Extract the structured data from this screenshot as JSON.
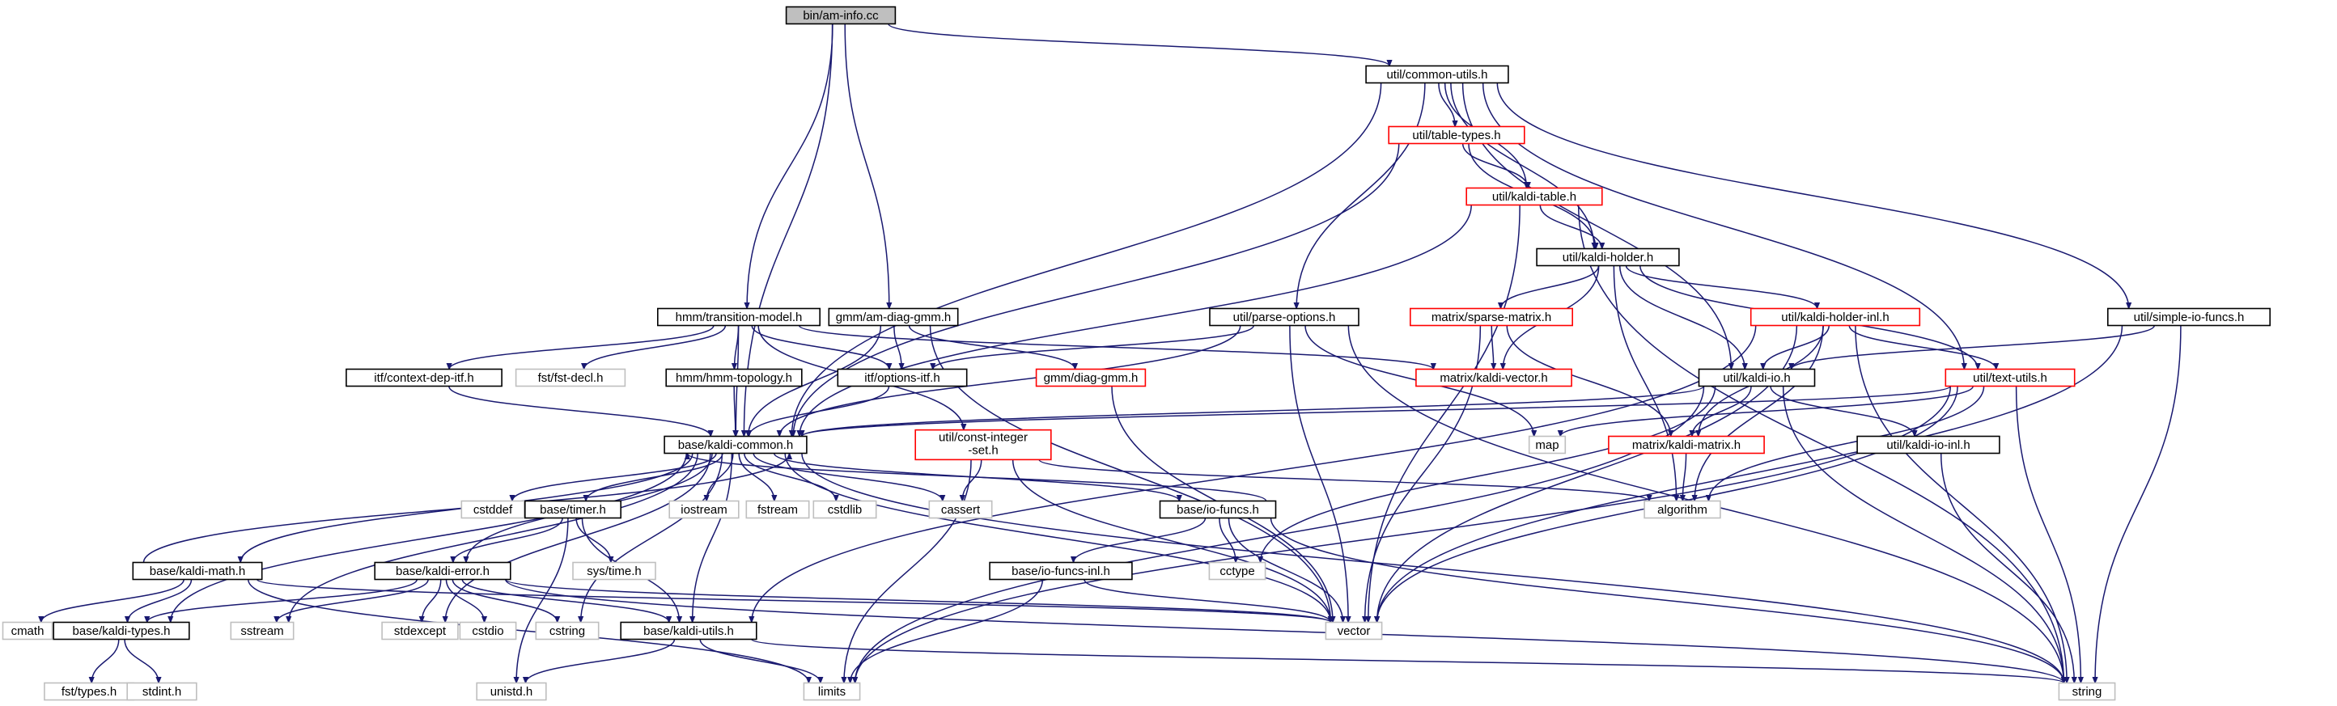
{
  "colors": {
    "edge": "#191970",
    "normal_border": "#000000",
    "truncated_border": "#ff0000",
    "external_border": "#bfbfbf",
    "root_fill": "#bfbfbf",
    "fill": "#ffffff"
  },
  "legend_note": "",
  "nodes": [
    {
      "id": "am_info",
      "label": "bin/am-info.cc",
      "kind": "root"
    },
    {
      "id": "common_utils",
      "label": "util/common-utils.h",
      "kind": "normal"
    },
    {
      "id": "table_types",
      "label": "util/table-types.h",
      "kind": "truncated"
    },
    {
      "id": "kaldi_table",
      "label": "util/kaldi-table.h",
      "kind": "truncated"
    },
    {
      "id": "kaldi_holder",
      "label": "util/kaldi-holder.h",
      "kind": "normal"
    },
    {
      "id": "transition_model",
      "label": "hmm/transition-model.h",
      "kind": "normal"
    },
    {
      "id": "am_diag_gmm",
      "label": "gmm/am-diag-gmm.h",
      "kind": "normal"
    },
    {
      "id": "parse_options",
      "label": "util/parse-options.h",
      "kind": "normal"
    },
    {
      "id": "sparse_matrix",
      "label": "matrix/sparse-matrix.h",
      "kind": "truncated"
    },
    {
      "id": "kaldi_holder_inl",
      "label": "util/kaldi-holder-inl.h",
      "kind": "truncated"
    },
    {
      "id": "simple_io_funcs",
      "label": "util/simple-io-funcs.h",
      "kind": "normal"
    },
    {
      "id": "context_dep_itf",
      "label": "itf/context-dep-itf.h",
      "kind": "normal"
    },
    {
      "id": "fst_decl",
      "label": "fst/fst-decl.h",
      "kind": "external"
    },
    {
      "id": "hmm_topology",
      "label": "hmm/hmm-topology.h",
      "kind": "normal"
    },
    {
      "id": "options_itf",
      "label": "itf/options-itf.h",
      "kind": "normal"
    },
    {
      "id": "diag_gmm",
      "label": "gmm/diag-gmm.h",
      "kind": "truncated"
    },
    {
      "id": "kaldi_vector",
      "label": "matrix/kaldi-vector.h",
      "kind": "truncated"
    },
    {
      "id": "kaldi_io",
      "label": "util/kaldi-io.h",
      "kind": "normal"
    },
    {
      "id": "text_utils",
      "label": "util/text-utils.h",
      "kind": "truncated"
    },
    {
      "id": "kaldi_common",
      "label": "base/kaldi-common.h",
      "kind": "normal"
    },
    {
      "id": "const_integer_set",
      "label": "util/const-integer\n-set.h",
      "kind": "truncated"
    },
    {
      "id": "map",
      "label": "map",
      "kind": "external"
    },
    {
      "id": "kaldi_matrix",
      "label": "matrix/kaldi-matrix.h",
      "kind": "truncated"
    },
    {
      "id": "kaldi_io_inl",
      "label": "util/kaldi-io-inl.h",
      "kind": "normal"
    },
    {
      "id": "cstddef",
      "label": "cstddef",
      "kind": "external"
    },
    {
      "id": "timer",
      "label": "base/timer.h",
      "kind": "normal"
    },
    {
      "id": "iostream",
      "label": "iostream",
      "kind": "external"
    },
    {
      "id": "fstream",
      "label": "fstream",
      "kind": "external"
    },
    {
      "id": "cstdlib",
      "label": "cstdlib",
      "kind": "external"
    },
    {
      "id": "cassert",
      "label": "cassert",
      "kind": "external"
    },
    {
      "id": "io_funcs",
      "label": "base/io-funcs.h",
      "kind": "normal"
    },
    {
      "id": "algorithm",
      "label": "algorithm",
      "kind": "external"
    },
    {
      "id": "kaldi_math",
      "label": "base/kaldi-math.h",
      "kind": "normal"
    },
    {
      "id": "kaldi_error",
      "label": "base/kaldi-error.h",
      "kind": "normal"
    },
    {
      "id": "sys_time",
      "label": "sys/time.h",
      "kind": "external"
    },
    {
      "id": "cctype",
      "label": "cctype",
      "kind": "external"
    },
    {
      "id": "io_funcs_inl",
      "label": "base/io-funcs-inl.h",
      "kind": "normal"
    },
    {
      "id": "cmath",
      "label": "cmath",
      "kind": "external"
    },
    {
      "id": "kaldi_types",
      "label": "base/kaldi-types.h",
      "kind": "normal"
    },
    {
      "id": "sstream",
      "label": "sstream",
      "kind": "external"
    },
    {
      "id": "stdexcept",
      "label": "stdexcept",
      "kind": "external"
    },
    {
      "id": "cstdio",
      "label": "cstdio",
      "kind": "external"
    },
    {
      "id": "cstring",
      "label": "cstring",
      "kind": "external"
    },
    {
      "id": "kaldi_utils",
      "label": "base/kaldi-utils.h",
      "kind": "normal"
    },
    {
      "id": "vector",
      "label": "vector",
      "kind": "external"
    },
    {
      "id": "fst_types",
      "label": "fst/types.h",
      "kind": "external"
    },
    {
      "id": "stdint",
      "label": "stdint.h",
      "kind": "external"
    },
    {
      "id": "unistd",
      "label": "unistd.h",
      "kind": "external"
    },
    {
      "id": "limits",
      "label": "limits",
      "kind": "external"
    },
    {
      "id": "string",
      "label": "string",
      "kind": "external"
    }
  ],
  "edges": [
    [
      "am_info",
      "common_utils"
    ],
    [
      "am_info",
      "transition_model"
    ],
    [
      "am_info",
      "am_diag_gmm"
    ],
    [
      "am_info",
      "kaldi_common"
    ],
    [
      "common_utils",
      "table_types"
    ],
    [
      "common_utils",
      "kaldi_table"
    ],
    [
      "common_utils",
      "kaldi_holder"
    ],
    [
      "common_utils",
      "parse_options"
    ],
    [
      "common_utils",
      "kaldi_io"
    ],
    [
      "common_utils",
      "text_utils"
    ],
    [
      "common_utils",
      "simple_io_funcs"
    ],
    [
      "common_utils",
      "kaldi_common"
    ],
    [
      "table_types",
      "kaldi_table"
    ],
    [
      "table_types",
      "kaldi_holder"
    ],
    [
      "table_types",
      "kaldi_common"
    ],
    [
      "kaldi_table",
      "kaldi_holder"
    ],
    [
      "kaldi_table",
      "kaldi_common"
    ],
    [
      "kaldi_table",
      "vector"
    ],
    [
      "kaldi_table",
      "string"
    ],
    [
      "kaldi_holder",
      "sparse_matrix"
    ],
    [
      "kaldi_holder",
      "kaldi_holder_inl"
    ],
    [
      "kaldi_holder",
      "kaldi_vector"
    ],
    [
      "kaldi_holder",
      "kaldi_io"
    ],
    [
      "kaldi_holder",
      "text_utils"
    ],
    [
      "kaldi_holder",
      "algorithm"
    ],
    [
      "transition_model",
      "context_dep_itf"
    ],
    [
      "transition_model",
      "fst_decl"
    ],
    [
      "transition_model",
      "hmm_topology"
    ],
    [
      "transition_model",
      "options_itf"
    ],
    [
      "transition_model",
      "kaldi_common"
    ],
    [
      "transition_model",
      "const_integer_set"
    ],
    [
      "transition_model",
      "kaldi_vector"
    ],
    [
      "am_diag_gmm",
      "options_itf"
    ],
    [
      "am_diag_gmm",
      "diag_gmm"
    ],
    [
      "am_diag_gmm",
      "kaldi_common"
    ],
    [
      "am_diag_gmm",
      "vector"
    ],
    [
      "parse_options",
      "options_itf"
    ],
    [
      "parse_options",
      "kaldi_common"
    ],
    [
      "parse_options",
      "map"
    ],
    [
      "parse_options",
      "vector"
    ],
    [
      "parse_options",
      "string"
    ],
    [
      "sparse_matrix",
      "kaldi_vector"
    ],
    [
      "sparse_matrix",
      "kaldi_matrix"
    ],
    [
      "sparse_matrix",
      "vector"
    ],
    [
      "kaldi_holder_inl",
      "kaldi_io"
    ],
    [
      "kaldi_holder_inl",
      "text_utils"
    ],
    [
      "kaldi_holder_inl",
      "kaldi_matrix"
    ],
    [
      "kaldi_holder_inl",
      "kaldi_utils"
    ],
    [
      "kaldi_holder_inl",
      "algorithm"
    ],
    [
      "kaldi_holder_inl",
      "vector"
    ],
    [
      "kaldi_holder_inl",
      "string"
    ],
    [
      "simple_io_funcs",
      "kaldi_io"
    ],
    [
      "simple_io_funcs",
      "vector"
    ],
    [
      "simple_io_funcs",
      "string"
    ],
    [
      "context_dep_itf",
      "kaldi_common"
    ],
    [
      "hmm_topology",
      "kaldi_common"
    ],
    [
      "options_itf",
      "kaldi_common"
    ],
    [
      "diag_gmm",
      "vector"
    ],
    [
      "kaldi_io",
      "kaldi_common"
    ],
    [
      "kaldi_io",
      "kaldi_matrix"
    ],
    [
      "kaldi_io",
      "kaldi_io_inl"
    ],
    [
      "kaldi_io",
      "cctype"
    ],
    [
      "kaldi_io",
      "limits"
    ],
    [
      "kaldi_io",
      "string"
    ],
    [
      "text_utils",
      "kaldi_common"
    ],
    [
      "text_utils",
      "map"
    ],
    [
      "text_utils",
      "algorithm"
    ],
    [
      "text_utils",
      "vector"
    ],
    [
      "text_utils",
      "limits"
    ],
    [
      "text_utils",
      "string"
    ],
    [
      "const_integer_set",
      "cassert"
    ],
    [
      "const_integer_set",
      "vector"
    ],
    [
      "const_integer_set",
      "limits"
    ],
    [
      "const_integer_set",
      "algorithm"
    ],
    [
      "kaldi_matrix",
      "algorithm"
    ],
    [
      "kaldi_io_inl",
      "string"
    ],
    [
      "kaldi_common",
      "cstddef"
    ],
    [
      "kaldi_common",
      "timer"
    ],
    [
      "kaldi_common",
      "iostream"
    ],
    [
      "kaldi_common",
      "fstream"
    ],
    [
      "kaldi_common",
      "cstdlib"
    ],
    [
      "kaldi_common",
      "cassert"
    ],
    [
      "kaldi_common",
      "io_funcs"
    ],
    [
      "kaldi_common",
      "kaldi_math"
    ],
    [
      "kaldi_common",
      "kaldi_error"
    ],
    [
      "kaldi_common",
      "kaldi_types"
    ],
    [
      "kaldi_common",
      "sstream"
    ],
    [
      "kaldi_common",
      "stdexcept"
    ],
    [
      "kaldi_common",
      "cstring"
    ],
    [
      "kaldi_common",
      "kaldi_utils"
    ],
    [
      "kaldi_common",
      "vector"
    ],
    [
      "kaldi_common",
      "string"
    ],
    [
      "timer",
      "kaldi_error"
    ],
    [
      "timer",
      "sys_time"
    ],
    [
      "timer",
      "kaldi_utils"
    ],
    [
      "timer",
      "unistd"
    ],
    [
      "io_funcs",
      "kaldi_common"
    ],
    [
      "io_funcs",
      "io_funcs_inl"
    ],
    [
      "io_funcs",
      "cctype"
    ],
    [
      "io_funcs",
      "vector"
    ],
    [
      "io_funcs",
      "string"
    ],
    [
      "io_funcs_inl",
      "vector"
    ],
    [
      "io_funcs_inl",
      "limits"
    ],
    [
      "kaldi_math",
      "kaldi_common"
    ],
    [
      "kaldi_math",
      "cmath"
    ],
    [
      "kaldi_math",
      "kaldi_types"
    ],
    [
      "kaldi_math",
      "vector"
    ],
    [
      "kaldi_math",
      "limits"
    ],
    [
      "kaldi_error",
      "kaldi_types"
    ],
    [
      "kaldi_error",
      "sstream"
    ],
    [
      "kaldi_error",
      "stdexcept"
    ],
    [
      "kaldi_error",
      "cstdio"
    ],
    [
      "kaldi_error",
      "cstring"
    ],
    [
      "kaldi_error",
      "kaldi_utils"
    ],
    [
      "kaldi_error",
      "vector"
    ],
    [
      "kaldi_error",
      "string"
    ],
    [
      "kaldi_types",
      "fst_types"
    ],
    [
      "kaldi_types",
      "stdint"
    ],
    [
      "kaldi_utils",
      "unistd"
    ],
    [
      "kaldi_utils",
      "limits"
    ],
    [
      "kaldi_utils",
      "string"
    ]
  ]
}
